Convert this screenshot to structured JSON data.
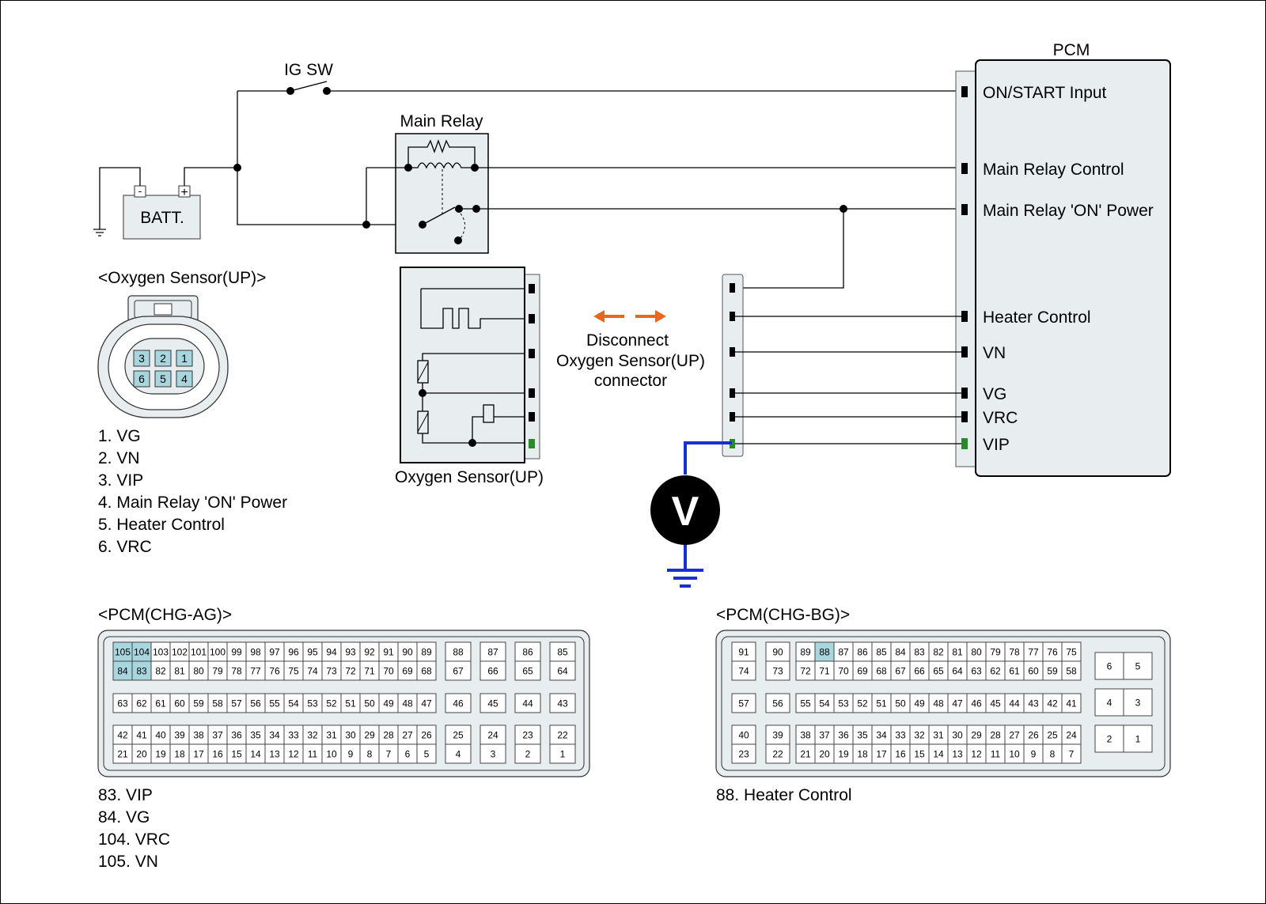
{
  "colors": {
    "highlight_green": "#2a8a2a",
    "meter_wire": "#1a2fd0",
    "arrow": "#e5681e",
    "panel": "#e8edef",
    "pin_highlight": "#a8d6df"
  },
  "icons": {
    "voltmeter": "voltmeter-icon",
    "ground": "ground-icon",
    "battery": "battery-icon"
  },
  "ig_sw": "IG SW",
  "main_relay": "Main Relay",
  "batt": {
    "label": "BATT.",
    "minus": "-",
    "plus": "+"
  },
  "pcm": {
    "title": "PCM",
    "pins": [
      "ON/START Input",
      "Main Relay Control",
      "Main Relay 'ON' Power",
      "Heater Control",
      "VN",
      "VG",
      "VRC",
      "VIP"
    ]
  },
  "oxygen_connector": {
    "title": "<Oxygen Sensor(UP)>",
    "pin_numbers": [
      "3",
      "2",
      "1",
      "6",
      "5",
      "4"
    ],
    "legend": [
      "1. VG",
      "2. VN",
      "3. VIP",
      "4. Main Relay 'ON' Power",
      "5. Heater Control",
      "6. VRC"
    ]
  },
  "sensor_box_label": "Oxygen Sensor(UP)",
  "disconnect_note": [
    "Disconnect",
    "Oxygen Sensor(UP)",
    "connector"
  ],
  "voltmeter_symbol": "V",
  "pcm_ag": {
    "title": "<PCM(CHG-AG)>",
    "highlighted": [
      "105",
      "104",
      "84",
      "83"
    ],
    "legend": [
      "83. VIP",
      "84. VG",
      "104. VRC",
      "105. VN"
    ]
  },
  "pcm_bg": {
    "title": "<PCM(CHG-BG)>",
    "highlighted": [
      "88"
    ],
    "legend": [
      "88. Heater Control"
    ]
  }
}
